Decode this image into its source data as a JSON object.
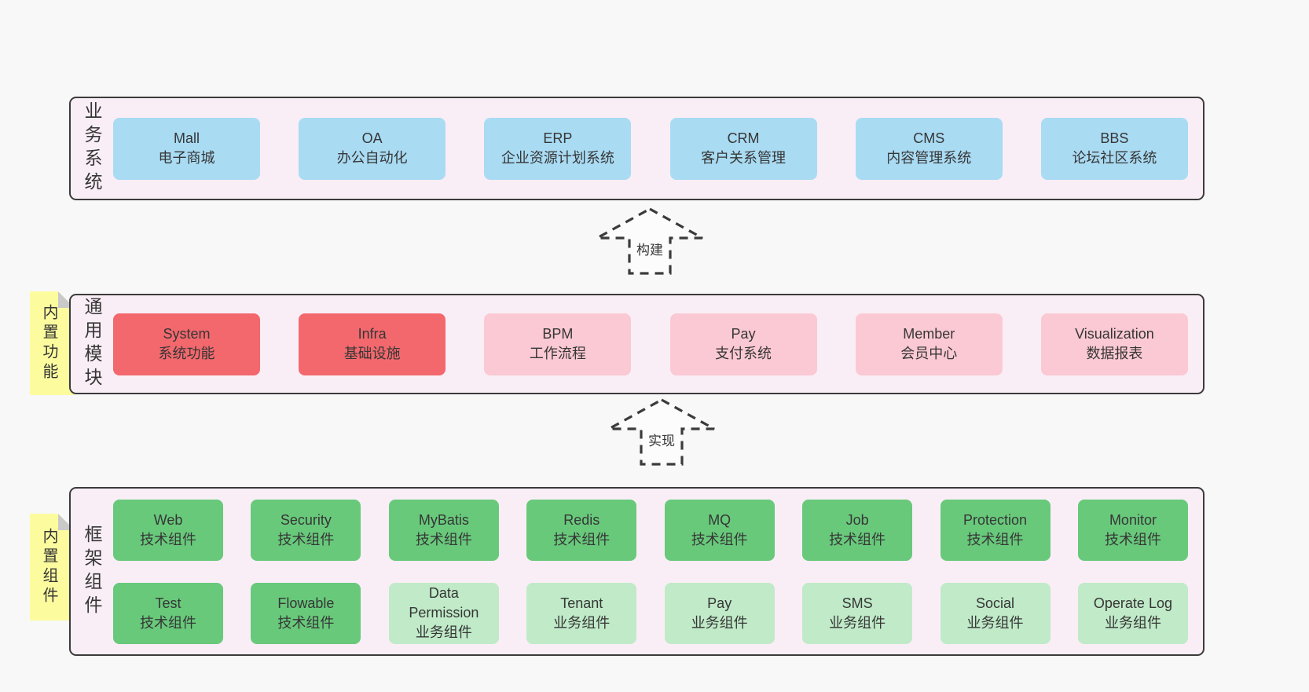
{
  "colors": {
    "page_bg": "#f8f8f8",
    "panel_bg": "#f9eef6",
    "panel_border": "#3b3b3b",
    "blue": "#a9dbf3",
    "red": "#f3686d",
    "pink": "#fbc9d3",
    "green": "#68c97b",
    "light_green": "#c0eac8",
    "note_yellow": "#fcfc9f",
    "note_fold": "#c9c9c9",
    "text": "#363636"
  },
  "notes": {
    "functions": "内置功能",
    "components": "内置组件"
  },
  "arrows": {
    "build": "构建",
    "implement": "实现"
  },
  "sections": {
    "business": {
      "label": "业务系统",
      "boxes": [
        {
          "title": "Mall",
          "subtitle": "电子商城",
          "variant": "blue"
        },
        {
          "title": "OA",
          "subtitle": "办公自动化",
          "variant": "blue"
        },
        {
          "title": "ERP",
          "subtitle": "企业资源计划系统",
          "variant": "blue"
        },
        {
          "title": "CRM",
          "subtitle": "客户关系管理",
          "variant": "blue"
        },
        {
          "title": "CMS",
          "subtitle": "内容管理系统",
          "variant": "blue"
        },
        {
          "title": "BBS",
          "subtitle": "论坛社区系统",
          "variant": "blue"
        }
      ]
    },
    "modules": {
      "label": "通用模块",
      "boxes": [
        {
          "title": "System",
          "subtitle": "系统功能",
          "variant": "red"
        },
        {
          "title": "Infra",
          "subtitle": "基础设施",
          "variant": "red"
        },
        {
          "title": "BPM",
          "subtitle": "工作流程",
          "variant": "pink"
        },
        {
          "title": "Pay",
          "subtitle": "支付系统",
          "variant": "pink"
        },
        {
          "title": "Member",
          "subtitle": "会员中心",
          "variant": "pink"
        },
        {
          "title": "Visualization",
          "subtitle": "数据报表",
          "variant": "pink"
        }
      ]
    },
    "components": {
      "label": "框架组件",
      "rows": [
        [
          {
            "title": "Web",
            "subtitle": "技术组件",
            "variant": "green"
          },
          {
            "title": "Security",
            "subtitle": "技术组件",
            "variant": "green"
          },
          {
            "title": "MyBatis",
            "subtitle": "技术组件",
            "variant": "green"
          },
          {
            "title": "Redis",
            "subtitle": "技术组件",
            "variant": "green"
          },
          {
            "title": "MQ",
            "subtitle": "技术组件",
            "variant": "green"
          },
          {
            "title": "Job",
            "subtitle": "技术组件",
            "variant": "green"
          },
          {
            "title": "Protection",
            "subtitle": "技术组件",
            "variant": "green"
          },
          {
            "title": "Monitor",
            "subtitle": "技术组件",
            "variant": "green"
          }
        ],
        [
          {
            "title": "Test",
            "subtitle": "技术组件",
            "variant": "green"
          },
          {
            "title": "Flowable",
            "subtitle": "技术组件",
            "variant": "green"
          },
          {
            "title": "Data Permission",
            "subtitle": "业务组件",
            "variant": "lightgreen"
          },
          {
            "title": "Tenant",
            "subtitle": "业务组件",
            "variant": "lightgreen"
          },
          {
            "title": "Pay",
            "subtitle": "业务组件",
            "variant": "lightgreen"
          },
          {
            "title": "SMS",
            "subtitle": "业务组件",
            "variant": "lightgreen"
          },
          {
            "title": "Social",
            "subtitle": "业务组件",
            "variant": "lightgreen"
          },
          {
            "title": "Operate Log",
            "subtitle": "业务组件",
            "variant": "lightgreen"
          }
        ]
      ]
    }
  }
}
